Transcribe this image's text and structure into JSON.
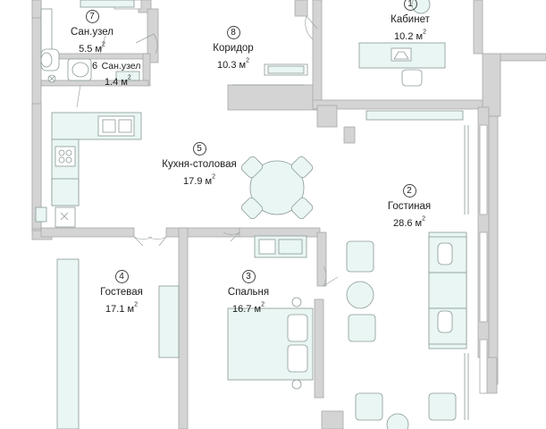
{
  "rooms": [
    {
      "id": "cabinet",
      "number": "1",
      "name": "Кабинет",
      "area": "10.2 м",
      "area_unit_sup": "2"
    },
    {
      "id": "living",
      "number": "2",
      "name": "Гостиная",
      "area": "28.6 м",
      "area_unit_sup": "2"
    },
    {
      "id": "bedroom",
      "number": "3",
      "name": "Спальня",
      "area": "16.7 м",
      "area_unit_sup": "2"
    },
    {
      "id": "guest",
      "number": "4",
      "name": "Гостевая",
      "area": "17.1 м",
      "area_unit_sup": "2"
    },
    {
      "id": "kitchen",
      "number": "5",
      "name": "Кухня-столовая",
      "area": "17.9 м",
      "area_unit_sup": "2"
    },
    {
      "id": "bath-small",
      "number": "6",
      "name": "Сан.узел",
      "area": "1.4 м",
      "area_unit_sup": "2"
    },
    {
      "id": "bath",
      "number": "7",
      "name": "Сан.узел",
      "area": "5.5 м",
      "area_unit_sup": "2"
    },
    {
      "id": "corridor",
      "number": "8",
      "name": "Коридор",
      "area": "10.3 м",
      "area_unit_sup": "2"
    }
  ],
  "colors": {
    "wall": "#d4d4d4",
    "furniture": "#e9f6f3",
    "outline": "#8a9a96",
    "text": "#1c1c1c"
  }
}
